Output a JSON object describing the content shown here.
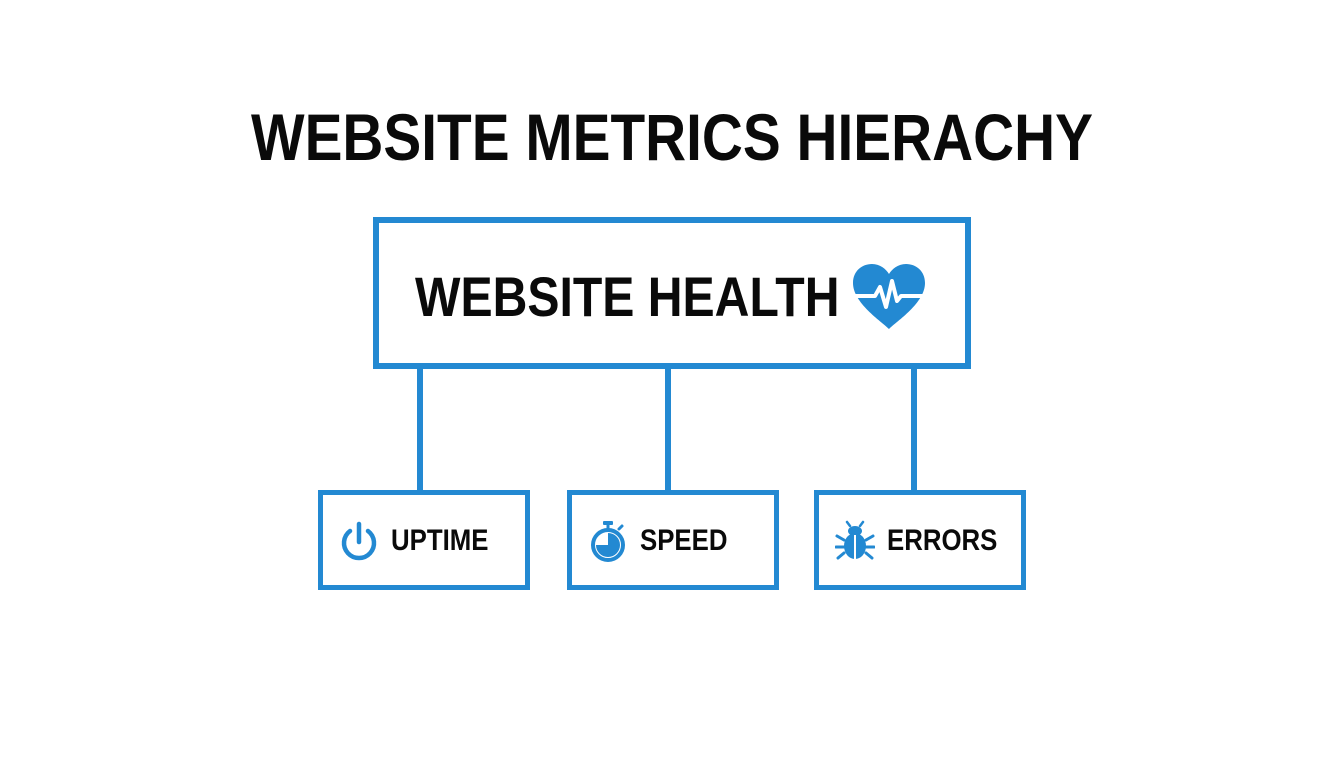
{
  "title": "WEBSITE METRICS HIERACHY",
  "root": {
    "label": "WEBSITE HEALTH",
    "icon": "heart-pulse-icon"
  },
  "children": [
    {
      "label": "UPTIME",
      "icon": "power-icon"
    },
    {
      "label": "SPEED",
      "icon": "stopwatch-icon"
    },
    {
      "label": "ERRORS",
      "icon": "bug-icon"
    }
  ],
  "colors": {
    "accent": "#2389d2",
    "text": "#0a0a0a",
    "background": "#ffffff"
  }
}
